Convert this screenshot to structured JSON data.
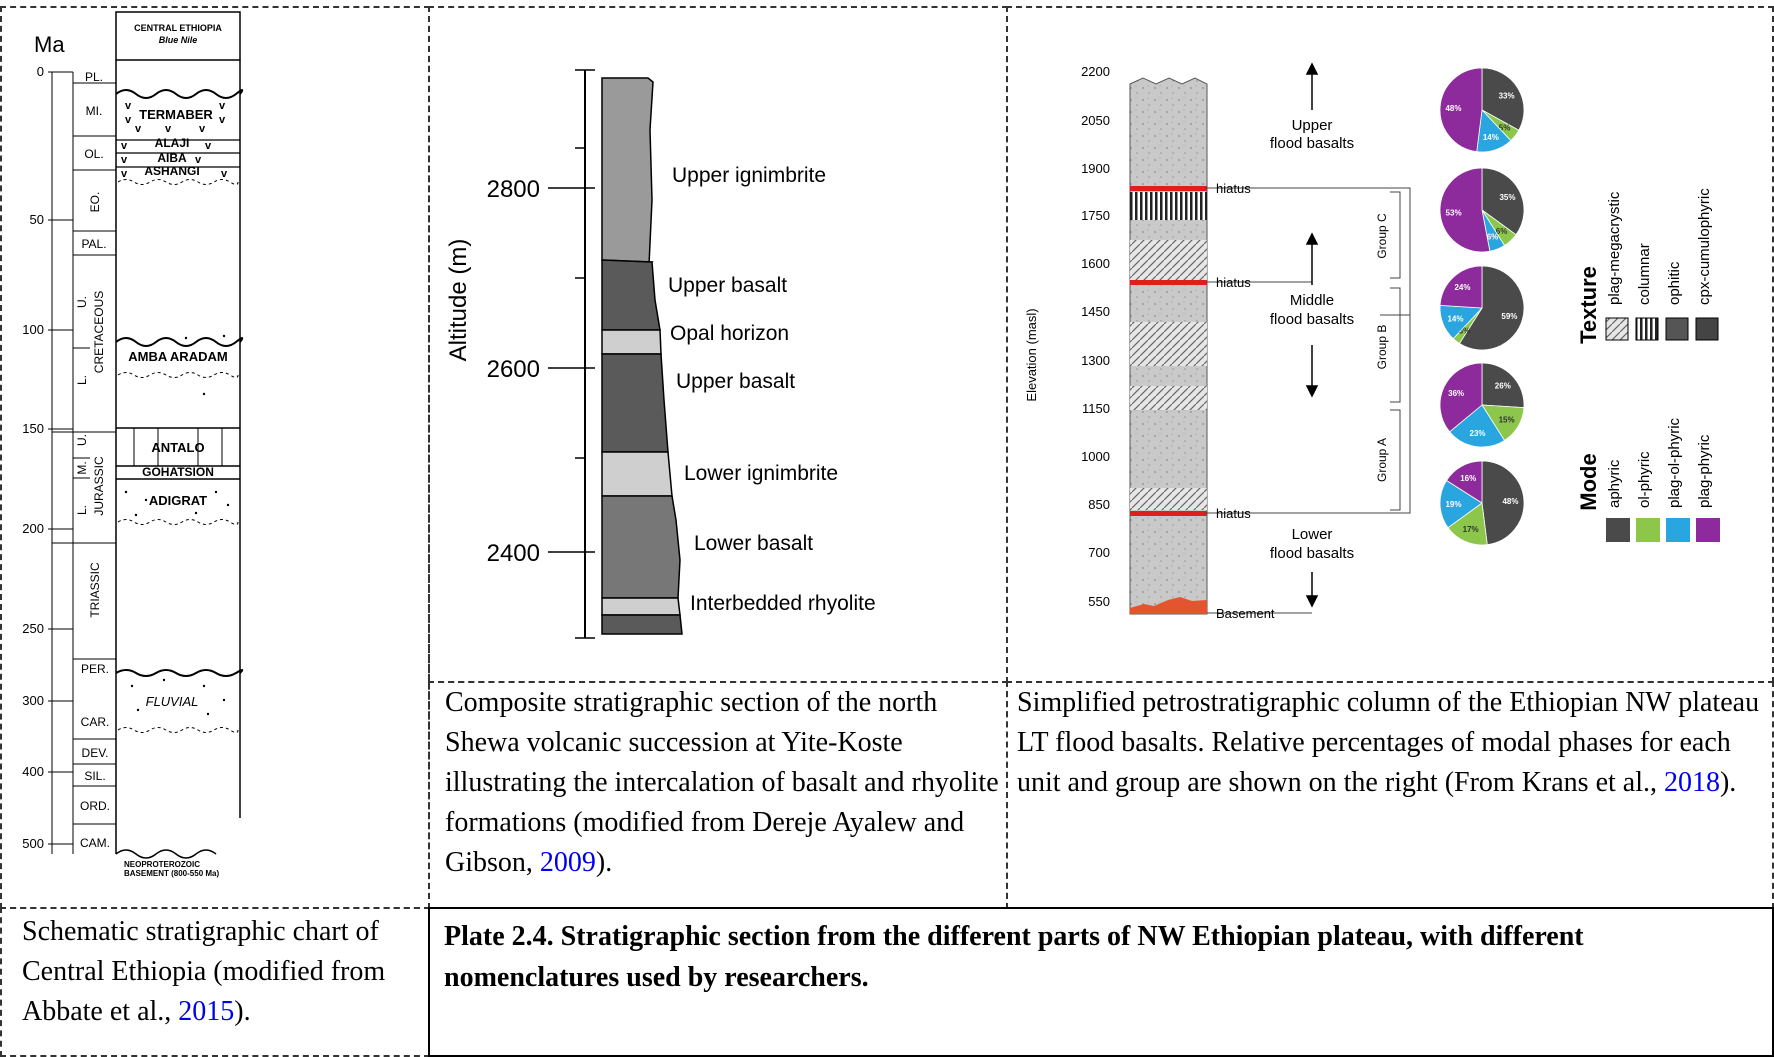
{
  "fig1": {
    "ma_label": "Ma",
    "header_title": "CENTRAL ETHIOPIA",
    "header_subtitle": "Blue Nile",
    "ticks": [
      "0",
      "50",
      "100",
      "150",
      "200",
      "250",
      "300",
      "400",
      "500"
    ],
    "periods": [
      "PL.",
      "MI.",
      "OL.",
      "EO.",
      "PAL.",
      "U.",
      "CRETACEOUS",
      "L.",
      "U.",
      "M.",
      "L.",
      "JURASSIC",
      "TRIASSIC",
      "PER.",
      "CAR.",
      "DEV.",
      "SIL.",
      "ORD.",
      "CAM."
    ],
    "formations": [
      "TERMABER",
      "ALAJI",
      "AIBA",
      "ASHANGI",
      "AMBA ARADAM",
      "ANTALO",
      "GOHATSION",
      "ADIGRAT",
      "FLUVIAL"
    ],
    "basement_line1": "NEOPROTEROZOIC",
    "basement_line2": "BASEMENT (800-550 Ma)"
  },
  "fig2": {
    "y_axis_label": "Altitude (m)",
    "ticks": [
      "2800",
      "2600",
      "2400"
    ],
    "units": [
      "Upper ignimbrite",
      "Upper basalt",
      "Opal horizon",
      "Upper basalt",
      "Lower ignimbrite",
      "Lower basalt",
      "Interbedded rhyolite"
    ]
  },
  "fig3": {
    "y_axis_label": "Elevation (masl)",
    "ticks": [
      "2200",
      "2050",
      "1900",
      "1750",
      "1600",
      "1450",
      "1300",
      "1150",
      "1000",
      "850",
      "700",
      "550"
    ],
    "markers": [
      "hiatus",
      "hiatus",
      "hiatus",
      "Basement"
    ],
    "units": [
      {
        "line1": "Upper",
        "line2": "flood basalts"
      },
      {
        "line1": "Middle",
        "line2": "flood basalts"
      },
      {
        "line1": "Lower",
        "line2": "flood basalts"
      }
    ],
    "groups": [
      "Group C",
      "Group B",
      "Group A"
    ],
    "pies": [
      {
        "values": [
          48,
          14,
          5,
          33
        ],
        "labels": [
          "48%",
          "14%",
          "5%",
          "33%"
        ]
      },
      {
        "values": [
          53,
          6,
          6,
          35
        ],
        "labels": [
          "53%",
          "6%",
          "6%",
          "35%"
        ]
      },
      {
        "values": [
          24,
          14,
          3,
          59
        ],
        "labels": [
          "24%",
          "14%",
          "3%",
          "59%"
        ]
      },
      {
        "values": [
          36,
          23,
          15,
          26
        ],
        "labels": [
          "36%",
          "23%",
          "15%",
          "26%"
        ]
      },
      {
        "values": [
          16,
          19,
          17,
          48
        ],
        "labels": [
          "16%",
          "19%",
          "17%",
          "48%"
        ]
      }
    ],
    "texture_title": "Texture",
    "texture_items": [
      "plag-megacrystic",
      "columnar",
      "ophitic",
      "cpx-cumulophyric"
    ],
    "mode_title": "Mode",
    "mode_items": [
      "aphyric",
      "ol-phyric",
      "plag-ol-phyric",
      "plag-phyric"
    ],
    "colors": {
      "plag_phyric": "#8e2b9c",
      "plag_ol_phyric": "#29a6e0",
      "ol_phyric": "#8cc64b",
      "aphyric": "#4a4a4a"
    }
  },
  "captions": {
    "fig2_text": "Composite stratigraphic section of the north Shewa volcanic succession at Yite-Koste illustrating the intercalation of basalt and rhyolite formations (modified from Dereje Ayalew and Gibson, ",
    "fig2_year": "2009",
    "fig2_end": ").",
    "fig3_text": "Simplified petrostratigraphic column of the Ethiopian NW plateau LT flood basalts. Relative percentages of modal phases for each unit and group are shown on the right (From Krans et al., ",
    "fig3_year": "2018",
    "fig3_end": ").",
    "fig1_text": "Schematic stratigraphic chart of Central Ethiopia (modified from Abbate et al., ",
    "fig1_year": "2015",
    "fig1_end": ")."
  },
  "plate": "Plate 2.4.  Stratigraphic section from the different parts of NW Ethiopian plateau, with different nomenclatures used by researchers."
}
